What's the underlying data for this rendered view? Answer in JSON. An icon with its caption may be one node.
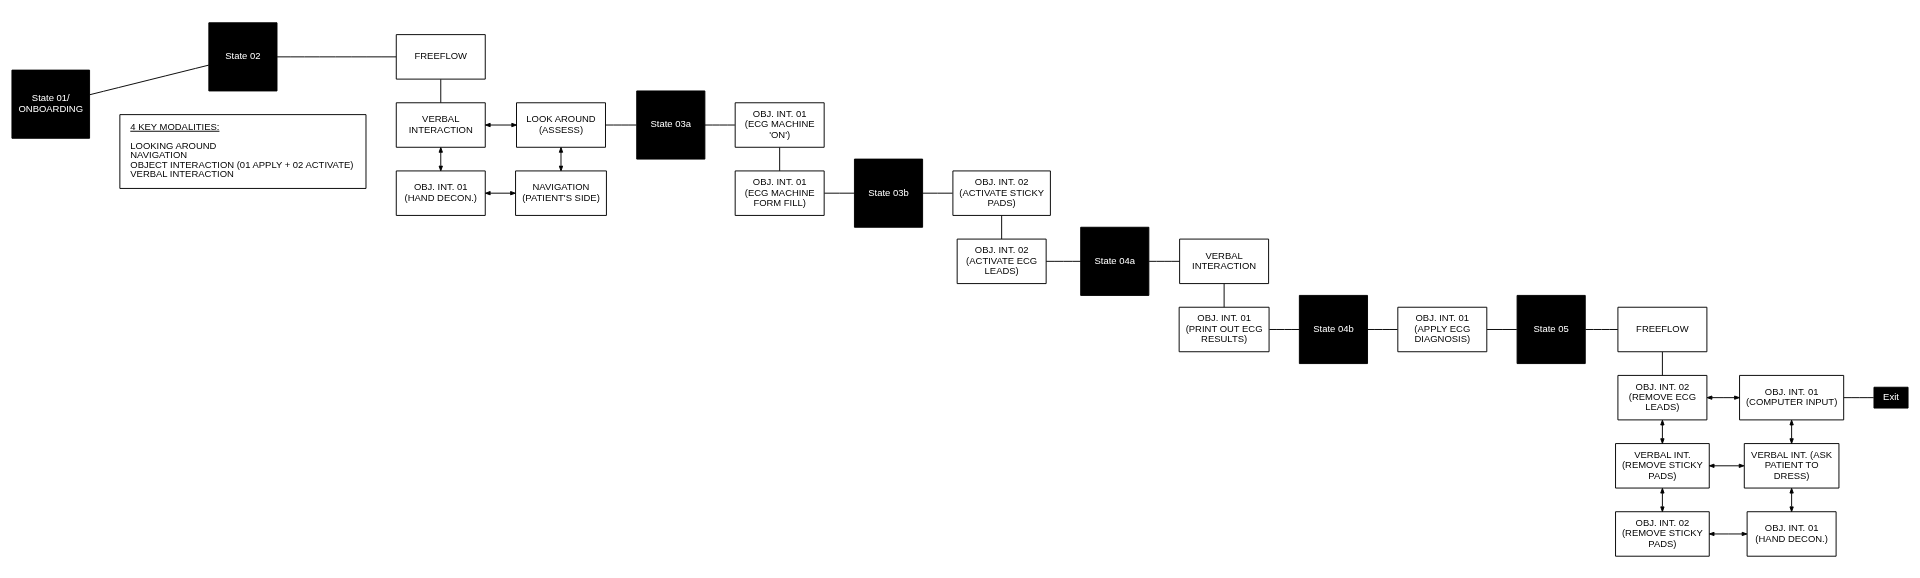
{
  "diagram": {
    "nodes": [
      {
        "text": [
          "State 01/ ONBOARDING"
        ]
      },
      {
        "text": [
          "State 02"
        ]
      },
      {
        "text": [
          "FREEFLOW"
        ]
      },
      {
        "text": [
          "VERBAL INTERACTION"
        ]
      },
      {
        "text": [
          "LOOK AROUND (ASSESS)"
        ]
      },
      {
        "text": [
          "OBJ. INT. 01 (HAND DECON.)"
        ]
      },
      {
        "text": [
          "NAVIGATION (PATIENT'S SIDE)"
        ]
      },
      {
        "text": [
          "State 03a"
        ]
      },
      {
        "text": [
          "OBJ. INT. 01 (ECG MACHINE 'ON')"
        ]
      },
      {
        "text": [
          "OBJ. INT. 01 (ECG MACHINE FORM FILL)"
        ]
      },
      {
        "text": [
          "State 03b"
        ]
      },
      {
        "text": [
          "OBJ. INT. 02 (ACTIVATE STICKY PADS)"
        ]
      },
      {
        "text": [
          "OBJ. INT. 02 (ACTIVATE ECG LEADS)"
        ]
      },
      {
        "text": [
          "State 04a"
        ]
      },
      {
        "text": [
          "VERBAL INTERACTION"
        ]
      },
      {
        "text": [
          "OBJ. INT. 01 (PRINT OUT ECG RESULTS)"
        ]
      },
      {
        "text": [
          "State 04b"
        ]
      },
      {
        "text": [
          "OBJ. INT. 01 (APPLY ECG DIAGNOSIS)"
        ]
      },
      {
        "text": [
          "State 05"
        ]
      },
      {
        "text": [
          "FREEFLOW"
        ]
      },
      {
        "text": [
          "OBJ. INT. 02 (REMOVE ECG LEADS)"
        ]
      },
      {
        "text": [
          "OBJ. INT. 01 (COMPUTER INPUT)"
        ]
      },
      {
        "text": [
          "Exit"
        ]
      },
      {
        "text": [
          "VERBAL INT. (REMOVE STICKY PADS)"
        ]
      },
      {
        "text": [
          "VERBAL INT. (ASK PATIENT TO DRESS)"
        ]
      },
      {
        "text": [
          "OBJ. INT. 02 (REMOVE STICKY PADS)"
        ]
      },
      {
        "text": [
          "OBJ. INT. 01 (HAND DECON.)"
        ]
      },
      {
        "text": [
          "4 KEY MODALITIES:",
          "LOOKING AROUND",
          "NAVIGATION",
          "OBJECT INTERACTION (01 APPLY + 02 ACTIVATE)",
          "VERBAL INTERACTION"
        ]
      }
    ],
    "edges": [
      {
        "from": 0,
        "to": 1,
        "arrow": "none"
      },
      {
        "from": 1,
        "to": 2,
        "arrow": "none"
      },
      {
        "from": 2,
        "to": 3,
        "arrow": "none"
      },
      {
        "from": 3,
        "to": 4,
        "arrow": "both"
      },
      {
        "from": 3,
        "to": 5,
        "arrow": "both"
      },
      {
        "from": 4,
        "to": 6,
        "arrow": "both"
      },
      {
        "from": 5,
        "to": 6,
        "arrow": "both"
      },
      {
        "from": 4,
        "to": 7,
        "arrow": "none"
      },
      {
        "from": 7,
        "to": 8,
        "arrow": "none"
      },
      {
        "from": 8,
        "to": 9,
        "arrow": "none"
      },
      {
        "from": 9,
        "to": 10,
        "arrow": "none"
      },
      {
        "from": 10,
        "to": 11,
        "arrow": "none"
      },
      {
        "from": 11,
        "to": 12,
        "arrow": "none"
      },
      {
        "from": 12,
        "to": 13,
        "arrow": "none"
      },
      {
        "from": 13,
        "to": 14,
        "arrow": "none"
      },
      {
        "from": 14,
        "to": 15,
        "arrow": "none"
      },
      {
        "from": 15,
        "to": 16,
        "arrow": "none"
      },
      {
        "from": 16,
        "to": 17,
        "arrow": "none"
      },
      {
        "from": 17,
        "to": 18,
        "arrow": "none"
      },
      {
        "from": 18,
        "to": 19,
        "arrow": "none"
      },
      {
        "from": 19,
        "to": 20,
        "arrow": "none"
      },
      {
        "from": 20,
        "to": 21,
        "arrow": "both"
      },
      {
        "from": 21,
        "to": 22,
        "arrow": "none"
      },
      {
        "from": 20,
        "to": 23,
        "arrow": "both"
      },
      {
        "from": 21,
        "to": 24,
        "arrow": "both"
      },
      {
        "from": 23,
        "to": 24,
        "arrow": "both"
      },
      {
        "from": 23,
        "to": 25,
        "arrow": "both"
      },
      {
        "from": 24,
        "to": 26,
        "arrow": "both"
      },
      {
        "from": 25,
        "to": 26,
        "arrow": "both"
      }
    ]
  }
}
